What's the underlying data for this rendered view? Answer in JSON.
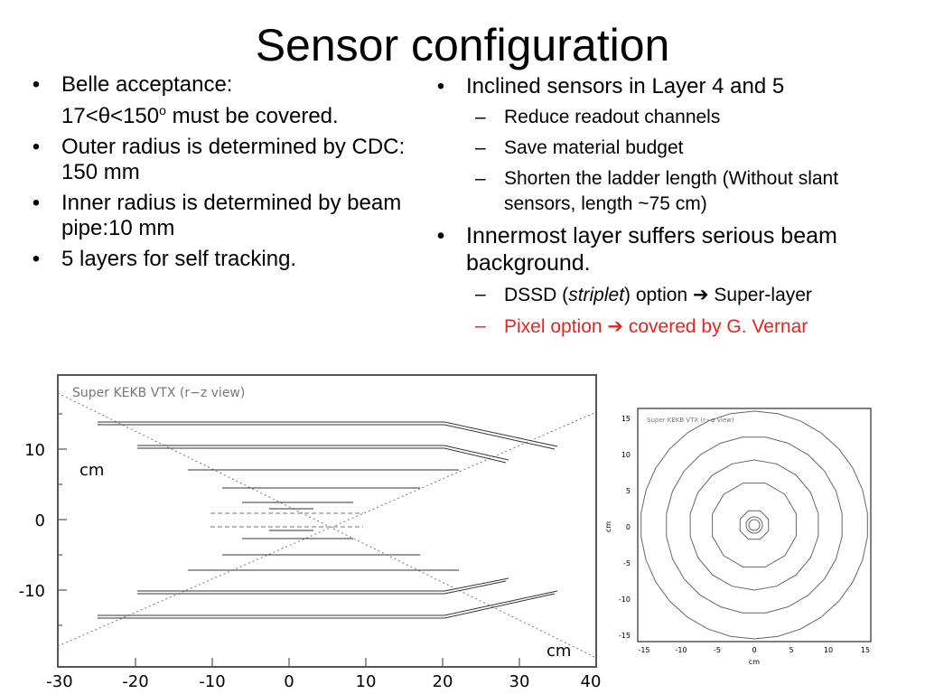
{
  "title": "Sensor configuration",
  "left_bullets": [
    {
      "line1": "Belle acceptance:",
      "line2": "17<θ<150",
      "sup": "o",
      "tail": " must be covered."
    },
    {
      "text": "Outer radius is determined by CDC: 150 mm"
    },
    {
      "text": "Inner radius is determined by beam pipe:10 mm"
    },
    {
      "text": "5 layers for self tracking."
    }
  ],
  "right_bullets": [
    {
      "text": "Inclined sensors in Layer 4 and 5",
      "subs": [
        "Reduce readout channels",
        "Save material budget",
        "Shorten the ladder length (Without slant sensors, length ~75 cm)"
      ]
    },
    {
      "text": "Innermost  layer suffers serious beam background.",
      "subs": [
        {
          "before": "DSSD (",
          "italic": "striplet",
          "after": ") option ",
          "arrow": "➔",
          "end": " Super-layer"
        },
        {
          "before": "Pixel option ",
          "arrow": "➔",
          "end": " covered by G. Vernar"
        }
      ]
    }
  ],
  "colors": {
    "highlight": "#e8231e",
    "text": "#000000",
    "frame": "#555555"
  },
  "rz_plot": {
    "label": "Super KEKB VTX (r−z view)",
    "x_unit": "cm",
    "y_unit": "cm",
    "x_ticks": [
      "-30",
      "-20",
      "-10",
      "0",
      "10",
      "20",
      "30",
      "40"
    ],
    "y_ticks": [
      "10",
      "0",
      "-10"
    ]
  },
  "rphi_plot": {
    "label": "Super KEKB VTX (r−φ view)",
    "x_unit": "cm",
    "y_unit": "cm",
    "x_ticks": [
      "-15",
      "-10",
      "-5",
      "0",
      "5",
      "10",
      "15"
    ],
    "y_ticks": [
      "15",
      "10",
      "5",
      "0",
      "-5",
      "-10",
      "-15"
    ]
  }
}
